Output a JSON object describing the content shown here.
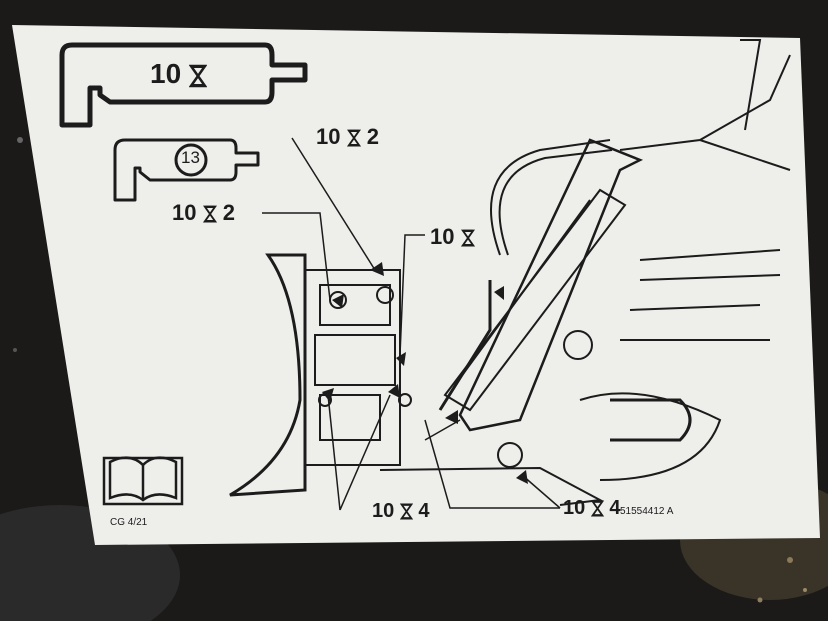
{
  "decal": {
    "grease_gun_interval": "10",
    "oil_can_interval": "13",
    "callouts": {
      "top_left": "10",
      "top_left_suffix": "2",
      "mid_left": "10",
      "mid_left_suffix": "2",
      "mid_center": "10",
      "bottom_center": "10",
      "bottom_center_suffix": "4",
      "bottom_right": "10",
      "bottom_right_suffix": "4"
    },
    "date_code": "CG 4/21",
    "part_number": "51554412 A"
  },
  "colors": {
    "background": "#1a1917",
    "decal_surface": "#eeeeeb",
    "ink": "#1c1c1c"
  },
  "icons": [
    "grease-gun-icon",
    "oil-can-icon",
    "manual-book-icon",
    "hourglass-icon"
  ]
}
